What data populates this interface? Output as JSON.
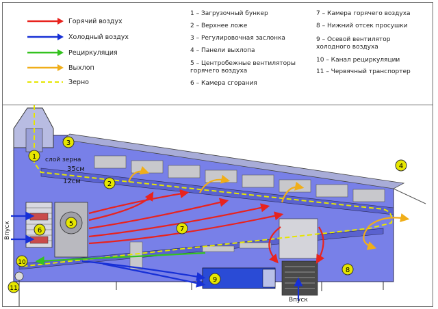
{
  "legend": [
    {
      "label": "Горячий воздух",
      "color": "#e8231e",
      "style": "solid"
    },
    {
      "label": "Холодный воздух",
      "color": "#1730d6",
      "style": "solid"
    },
    {
      "label": "Рециркуляция",
      "color": "#34c21f",
      "style": "solid"
    },
    {
      "label": "Выхлоп",
      "color": "#f0ae19",
      "style": "solid"
    },
    {
      "label": "Зерно",
      "color": "#e6e600",
      "style": "dashed"
    }
  ],
  "parts_left": [
    "1 – Загрузочный бункер",
    "2 – Верхнее ложе",
    "3 – Регулировочная заслонка",
    "4 – Панели выхлопа",
    "5 – Центробежные вентиляторы\n   горячего воздуха",
    "6 – Камера сгорания"
  ],
  "parts_right": [
    "7 – Камера горячего воздуха",
    "8 – Нижний отсек просушки",
    "9 – Осевой вентилятор\n   холодного воздуха",
    "10 – Канал рециркуляции",
    "11 – Червячный транспортер"
  ],
  "diagram": {
    "layer_label": "слой зерна",
    "top_thickness": "35см",
    "bottom_thickness": "12см",
    "inlet_left": "Впуск",
    "inlet_bottom": "Впуск",
    "markers": [
      "1",
      "2",
      "3",
      "4",
      "5",
      "6",
      "7",
      "8",
      "9",
      "10",
      "11"
    ]
  },
  "colors": {
    "body_blue": "#7880e8",
    "panel_grey": "#c8c8cc",
    "hot": "#e8231e",
    "cold": "#1730d6",
    "recirc": "#34c21f",
    "exhaust": "#f0ae19",
    "grain": "#e6e600"
  }
}
